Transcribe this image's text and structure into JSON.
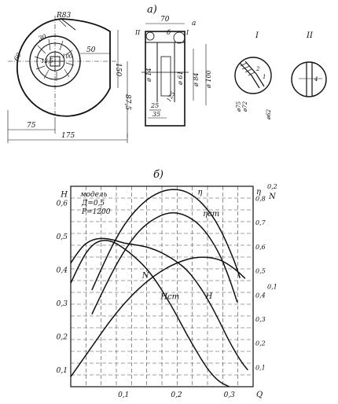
{
  "figure": {
    "panel_a_label": "а)",
    "panel_b_label": "б)",
    "panel_a": {
      "dims": {
        "r83": "R83",
        "d30": "30",
        "d60": "60",
        "d125": "12,5",
        "d100": "100",
        "d50": "50",
        "d150": "150",
        "d875": "87,5",
        "d75": "75",
        "d175": "175",
        "d70": "70",
        "da": "a",
        "dgap": "б",
        "d14": "ø 14",
        "d61": "ø 61",
        "d84": "ø 84",
        "d100b": "ø 100",
        "d25": "25",
        "d35": "35",
        "d125b": "125"
      },
      "section_labels": [
        "II",
        "I",
        "I",
        "II"
      ],
      "detail_I": {
        "d75": "ø75",
        "d72": "ø72",
        "d62": "ø62",
        "c2": "2",
        "c1": "1"
      },
      "detail_II": {
        "d4": "4"
      }
    }
  },
  "chart_data": {
    "type": "line",
    "annotation": [
      "модель",
      "Д=0,5",
      "Р=1200"
    ],
    "x": {
      "label": "Q",
      "ticks": [
        "0,1",
        "0,2",
        "0,3"
      ],
      "range": [
        0,
        0.345
      ]
    },
    "axes": {
      "H": {
        "label": "H",
        "ticks": [
          "0,6",
          "0,5",
          "0,4",
          "0,3",
          "0,2",
          "0,1"
        ],
        "range": [
          0.05,
          0.65
        ]
      },
      "eta": {
        "label": "η",
        "ticks": [
          "0,8",
          "0,7",
          "0,6",
          "0,5",
          "0,4",
          "0,3",
          "0,2",
          "0,1"
        ],
        "range": [
          0.02,
          0.85
        ]
      },
      "N": {
        "label": "N",
        "ticks": [
          "0,2",
          "0,1"
        ],
        "range": [
          0,
          0.2
        ]
      }
    },
    "series": [
      {
        "name": "η",
        "axis": "eta",
        "points": [
          [
            0.04,
            0.42
          ],
          [
            0.07,
            0.57
          ],
          [
            0.1,
            0.69
          ],
          [
            0.13,
            0.77
          ],
          [
            0.16,
            0.82
          ],
          [
            0.19,
            0.84
          ],
          [
            0.22,
            0.83
          ],
          [
            0.25,
            0.78
          ],
          [
            0.28,
            0.69
          ],
          [
            0.31,
            0.54
          ],
          [
            0.32,
            0.47
          ]
        ]
      },
      {
        "name": "ηст",
        "axis": "eta",
        "points": [
          [
            0.04,
            0.32
          ],
          [
            0.07,
            0.46
          ],
          [
            0.1,
            0.58
          ],
          [
            0.13,
            0.67
          ],
          [
            0.16,
            0.72
          ],
          [
            0.19,
            0.745
          ],
          [
            0.22,
            0.73
          ],
          [
            0.25,
            0.68
          ],
          [
            0.28,
            0.58
          ],
          [
            0.3,
            0.47
          ],
          [
            0.315,
            0.37
          ]
        ]
      },
      {
        "name": "H",
        "axis": "H",
        "points": [
          [
            0.0,
            0.42
          ],
          [
            0.02,
            0.47
          ],
          [
            0.04,
            0.49
          ],
          [
            0.06,
            0.495
          ],
          [
            0.08,
            0.49
          ],
          [
            0.1,
            0.48
          ],
          [
            0.12,
            0.475
          ],
          [
            0.14,
            0.47
          ],
          [
            0.16,
            0.46
          ],
          [
            0.18,
            0.445
          ],
          [
            0.2,
            0.425
          ],
          [
            0.22,
            0.4
          ],
          [
            0.24,
            0.36
          ],
          [
            0.26,
            0.31
          ],
          [
            0.28,
            0.25
          ],
          [
            0.3,
            0.185
          ],
          [
            0.32,
            0.13
          ],
          [
            0.335,
            0.1
          ]
        ]
      },
      {
        "name": "Hст",
        "axis": "H",
        "points": [
          [
            0.0,
            0.36
          ],
          [
            0.02,
            0.43
          ],
          [
            0.04,
            0.475
          ],
          [
            0.06,
            0.49
          ],
          [
            0.08,
            0.485
          ],
          [
            0.1,
            0.465
          ],
          [
            0.12,
            0.44
          ],
          [
            0.14,
            0.41
          ],
          [
            0.16,
            0.37
          ],
          [
            0.18,
            0.32
          ],
          [
            0.2,
            0.265
          ],
          [
            0.22,
            0.205
          ],
          [
            0.24,
            0.15
          ],
          [
            0.26,
            0.1
          ],
          [
            0.28,
            0.065
          ],
          [
            0.3,
            0.05
          ]
        ]
      },
      {
        "name": "N",
        "axis": "N",
        "points": [
          [
            0.0,
            0.01
          ],
          [
            0.04,
            0.04
          ],
          [
            0.08,
            0.07
          ],
          [
            0.12,
            0.094
          ],
          [
            0.16,
            0.112
          ],
          [
            0.2,
            0.124
          ],
          [
            0.24,
            0.13
          ],
          [
            0.28,
            0.128
          ],
          [
            0.31,
            0.118
          ],
          [
            0.33,
            0.108
          ]
        ]
      }
    ]
  }
}
